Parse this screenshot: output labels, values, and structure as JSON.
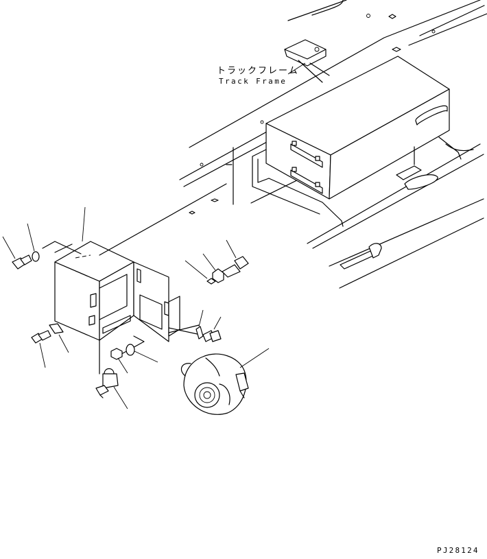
{
  "labels": {
    "track_frame_jp": "トラックフレーム",
    "track_frame_en": "Track Frame",
    "drawing_code": "PJ28124"
  },
  "colors": {
    "ink": "#000000",
    "paper": "#ffffff"
  }
}
